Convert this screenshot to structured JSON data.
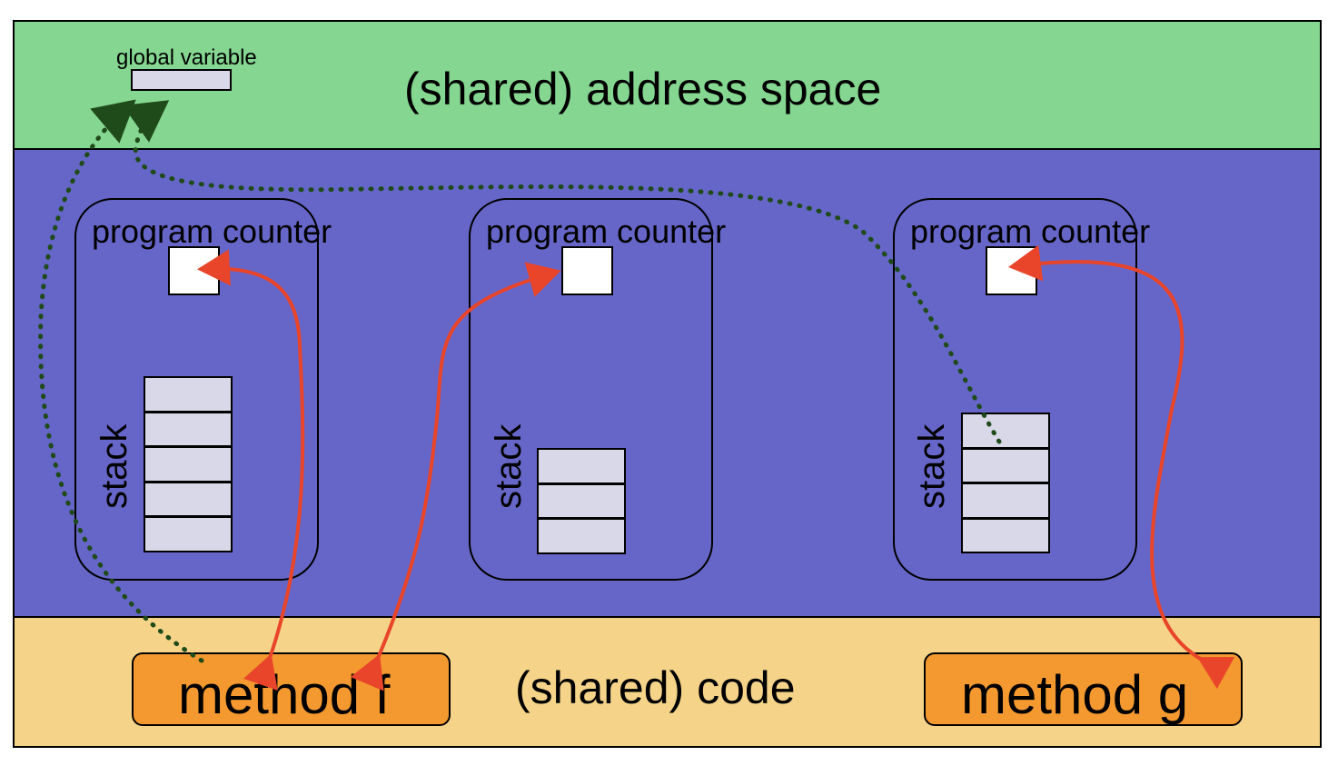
{
  "address_space": {
    "title": "(shared) address space",
    "global_label": "global variable"
  },
  "code": {
    "title": "(shared) code",
    "method_f": "method f",
    "method_g": "method g"
  },
  "threads": [
    {
      "pc_label": "program counter",
      "stack_label": "stack",
      "stack_cells": 5
    },
    {
      "pc_label": "program counter",
      "stack_label": "stack",
      "stack_cells": 3
    },
    {
      "pc_label": "program counter",
      "stack_label": "stack",
      "stack_cells": 4
    }
  ],
  "colors": {
    "address_band": "#84d690",
    "threads_band": "#6666c8",
    "code_band": "#f5d48a",
    "method_box": "#f3992f",
    "stack_cell": "#d8d8e8",
    "pc_arrow": "#e8452a",
    "global_arrow": "#1f4a1a"
  }
}
